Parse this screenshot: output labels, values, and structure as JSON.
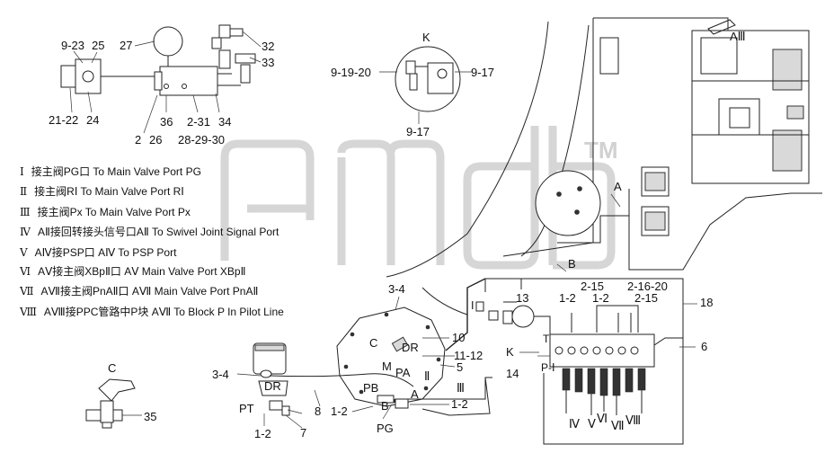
{
  "watermark": {
    "text": "TM"
  },
  "legend": [
    {
      "numeral": "Ⅰ",
      "text": "接主阀PG口 To Main Valve Port PG"
    },
    {
      "numeral": "Ⅱ",
      "text": "接主阀RⅠ   To Main Valve Port RⅠ"
    },
    {
      "numeral": "Ⅲ",
      "text": "接主阀Px    To Main Valve Port Px"
    },
    {
      "numeral": "Ⅳ",
      "text": "AⅡ接回转接头信号口AⅡ To Swivel Joint Signal Port"
    },
    {
      "numeral": "Ⅴ",
      "text": "AⅣ接PSP口   AⅣ To PSP Port"
    },
    {
      "numeral": "Ⅵ",
      "text": "AⅤ接主阀XBpⅡ口 AⅤ Main Valve Port XBpⅡ"
    },
    {
      "numeral": "Ⅶ",
      "text": "AⅦ接主阀PnAⅡ口 AⅦ Main Valve Port PnAⅡ"
    },
    {
      "numeral": "Ⅷ",
      "text": "AⅧ接PPC管路中P块  AⅦ To Block P In Pilot Line"
    }
  ],
  "labels": {
    "l_9_23": "9-23",
    "l_25": "25",
    "l_27": "27",
    "l_32": "32",
    "l_33": "33",
    "l_21_22": "21-22",
    "l_24": "24",
    "l_36": "36",
    "l_2_31": "2-31",
    "l_34": "34",
    "l_2": "2",
    "l_26": "26",
    "l_28_29_30": "28-29-30",
    "l_K": "K",
    "l_9_19_20": "9-19-20",
    "l_9_17a": "9-17",
    "l_9_17b": "9-17",
    "l_AIII": "AⅢ",
    "l_A": "A",
    "l_B": "B",
    "l_13": "13",
    "l_18": "18",
    "l_3_4_top": "3-4",
    "l_1_2_a": "1-2",
    "l_2_15_a": "2-15",
    "l_1_2_b": "1-2",
    "l_2_16_20": "2-16-20",
    "l_2_15_b": "2-15",
    "l_I_small": "Ⅰ",
    "l_K2": "K",
    "l_T": "T",
    "l_PI": "P-Ⅰ",
    "l_6": "6",
    "l_10": "10",
    "l_C_main": "C",
    "l_DR_main": "DR",
    "l_M": "M",
    "l_PA": "PA",
    "l_11_12": "11-12",
    "l_5": "5",
    "l_II": "Ⅱ",
    "l_III": "Ⅲ",
    "l_14": "14",
    "l_PB": "PB",
    "l_A_pump": "A",
    "l_B_pump": "B",
    "l_1_2_c": "1-2",
    "l_1_2_d": "1-2",
    "l_PG": "PG",
    "l_3_4_left": "3-4",
    "l_DR_motor": "DR",
    "l_PT": "PT",
    "l_8": "8",
    "l_1_2_e": "1-2",
    "l_7": "7",
    "l_C_detail": "C",
    "l_35": "35",
    "l_IV": "Ⅳ",
    "l_V": "Ⅴ",
    "l_VI": "Ⅵ",
    "l_VII": "Ⅶ",
    "l_VIII": "Ⅷ"
  }
}
